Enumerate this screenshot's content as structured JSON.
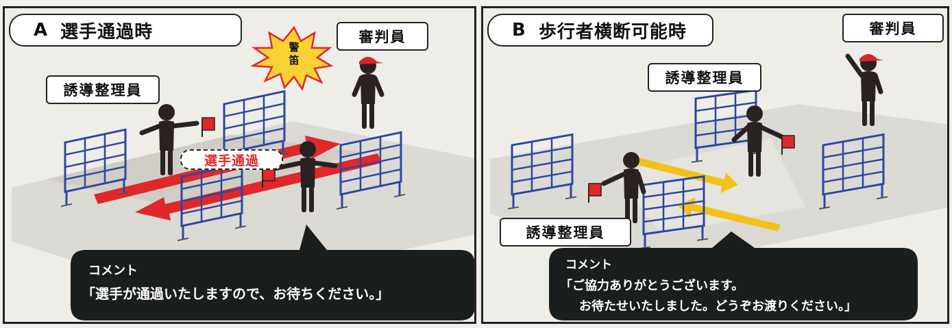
{
  "panel_a": {
    "letter": "A",
    "title": "選手通過時",
    "label_referee": "審判員",
    "label_guide": "誘導整理員",
    "whistle": "警笛",
    "flow_label": "選手通過",
    "comment_heading": "コメント",
    "comment_line1": "「選手が通過いたしますので、お待ちください。」"
  },
  "panel_b": {
    "letter": "B",
    "title": "歩行者横断可能時",
    "label_referee": "審判員",
    "label_guide_top": "誘導整理員",
    "label_guide_bottom": "誘導整理員",
    "comment_heading": "コメント",
    "comment_line1": "「ご協力ありがとうございます。",
    "comment_line2": "お待たせいたしました。どうぞお渡りください。」"
  },
  "colors": {
    "frame": "#222222",
    "fence": "#2d47a0",
    "arrow_red": "#e0282a",
    "arrow_yellow": "#f2c21a",
    "figure": "#2a2222",
    "cap": "#d9262c",
    "bubble": "#1a1e1c",
    "burst": "#f7d234"
  }
}
